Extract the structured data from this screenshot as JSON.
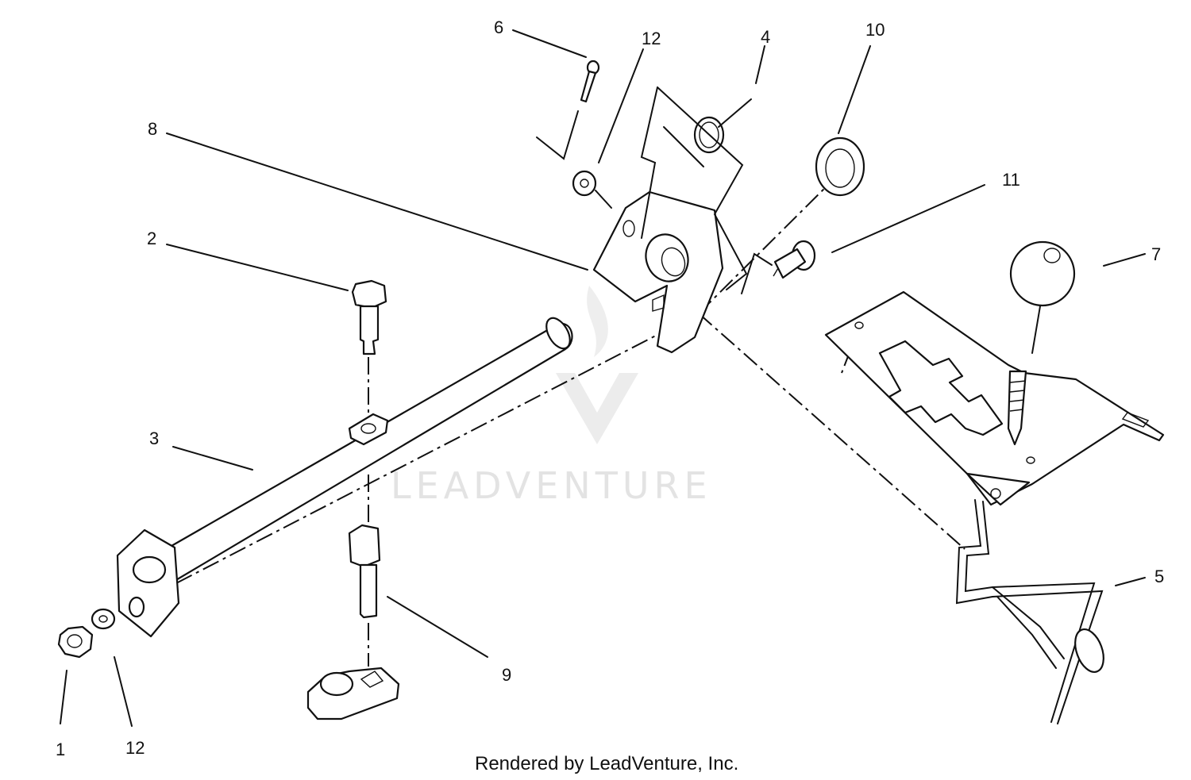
{
  "callouts": [
    {
      "id": "c1",
      "label": "1"
    },
    {
      "id": "c12a",
      "label": "12"
    },
    {
      "id": "c3",
      "label": "3"
    },
    {
      "id": "c2",
      "label": "2"
    },
    {
      "id": "c8",
      "label": "8"
    },
    {
      "id": "c6",
      "label": "6"
    },
    {
      "id": "c12b",
      "label": "12"
    },
    {
      "id": "c4",
      "label": "4"
    },
    {
      "id": "c10",
      "label": "10"
    },
    {
      "id": "c11",
      "label": "11"
    },
    {
      "id": "c7",
      "label": "7"
    },
    {
      "id": "c5",
      "label": "5"
    },
    {
      "id": "c9",
      "label": "9"
    }
  ],
  "watermark": "LEADVENTURE",
  "footer": "Rendered by LeadVenture, Inc.",
  "colors": {
    "line": "#111111",
    "background": "#ffffff",
    "watermark": "#e3e3e3"
  }
}
